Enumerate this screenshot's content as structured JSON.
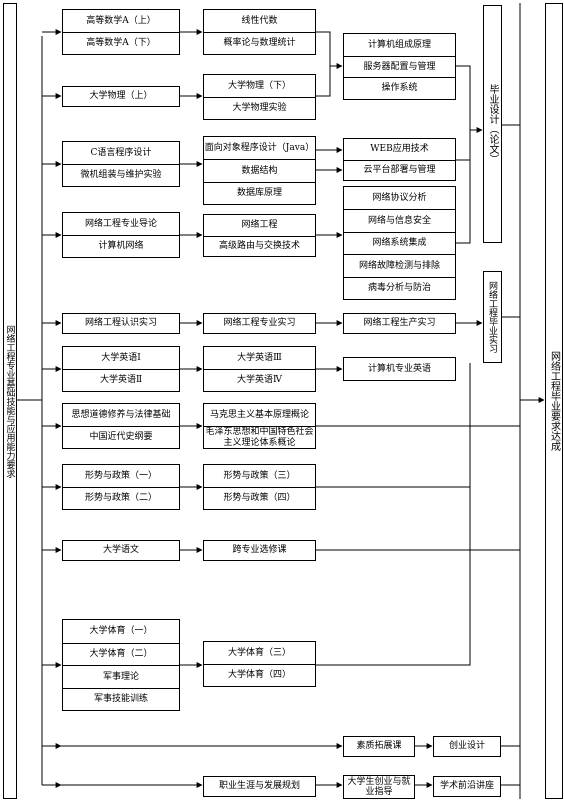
{
  "side_left": "网络工程专业基础技能与应用能力要求",
  "side_right": "网络工程毕业要求达成",
  "thesis": "毕业设计（论文）",
  "grad_internship": "网络工程毕业实习",
  "blocks": {
    "math_1": [
      "高等数学A（上）",
      "高等数学A（下）"
    ],
    "math_2": [
      "线性代数",
      "概率论与数理统计"
    ],
    "cs_1": [
      "计算机组成原理",
      "服务器配置与管理",
      "操作系统"
    ],
    "phys_1": [
      "大学物理（上）"
    ],
    "phys_2": [
      "大学物理（下）",
      "大学物理实验"
    ],
    "c_1": [
      "C语言程序设计",
      "微机组装与维护实验"
    ],
    "c_2": [
      "面向对象程序设计（Java）",
      "数据结构",
      "数据库原理"
    ],
    "c_3": [
      "WEB应用技术",
      "云平台部署与管理"
    ],
    "net_1": [
      "网络工程专业导论",
      "计算机网络"
    ],
    "net_2": [
      "网络工程",
      "高级路由与交换技术"
    ],
    "net_3": [
      "网络协议分析",
      "网络与信息安全",
      "网络系统集成",
      "网络故障检测与排除",
      "病毒分析与防治"
    ],
    "prac_1": [
      "网络工程认识实习"
    ],
    "prac_2": [
      "网络工程专业实习"
    ],
    "prac_3": [
      "网络工程生产实习"
    ],
    "eng_1": [
      "大学英语Ⅰ",
      "大学英语Ⅱ"
    ],
    "eng_2": [
      "大学英语Ⅲ",
      "大学英语Ⅳ"
    ],
    "eng_3": [
      "计算机专业英语"
    ],
    "pol_1": [
      "思想道德修养与法律基础",
      "中国近代史纲要"
    ],
    "pol_2": [
      "马克思主义基本原理概论",
      "毛泽东思想和中国特色社会主义理论体系概论"
    ],
    "sit_1": [
      "形势与政策（一）",
      "形势与政策（二）"
    ],
    "sit_2": [
      "形势与政策（三）",
      "形势与政策（四）"
    ],
    "chn_1": [
      "大学语文"
    ],
    "chn_2": [
      "跨专业选修课"
    ],
    "pe_1": [
      "大学体育（一）",
      "大学体育（二）",
      "军事理论",
      "军事技能训练"
    ],
    "pe_2": [
      "大学体育（三）",
      "大学体育（四）"
    ],
    "qual_1": [
      "素质拓展课"
    ],
    "qual_2": [
      "创业设计"
    ],
    "car_1": [
      "职业生涯与发展规划"
    ],
    "car_2": [
      "大学生创业与就业指导"
    ],
    "car_3": [
      "学术前沿讲座"
    ]
  }
}
